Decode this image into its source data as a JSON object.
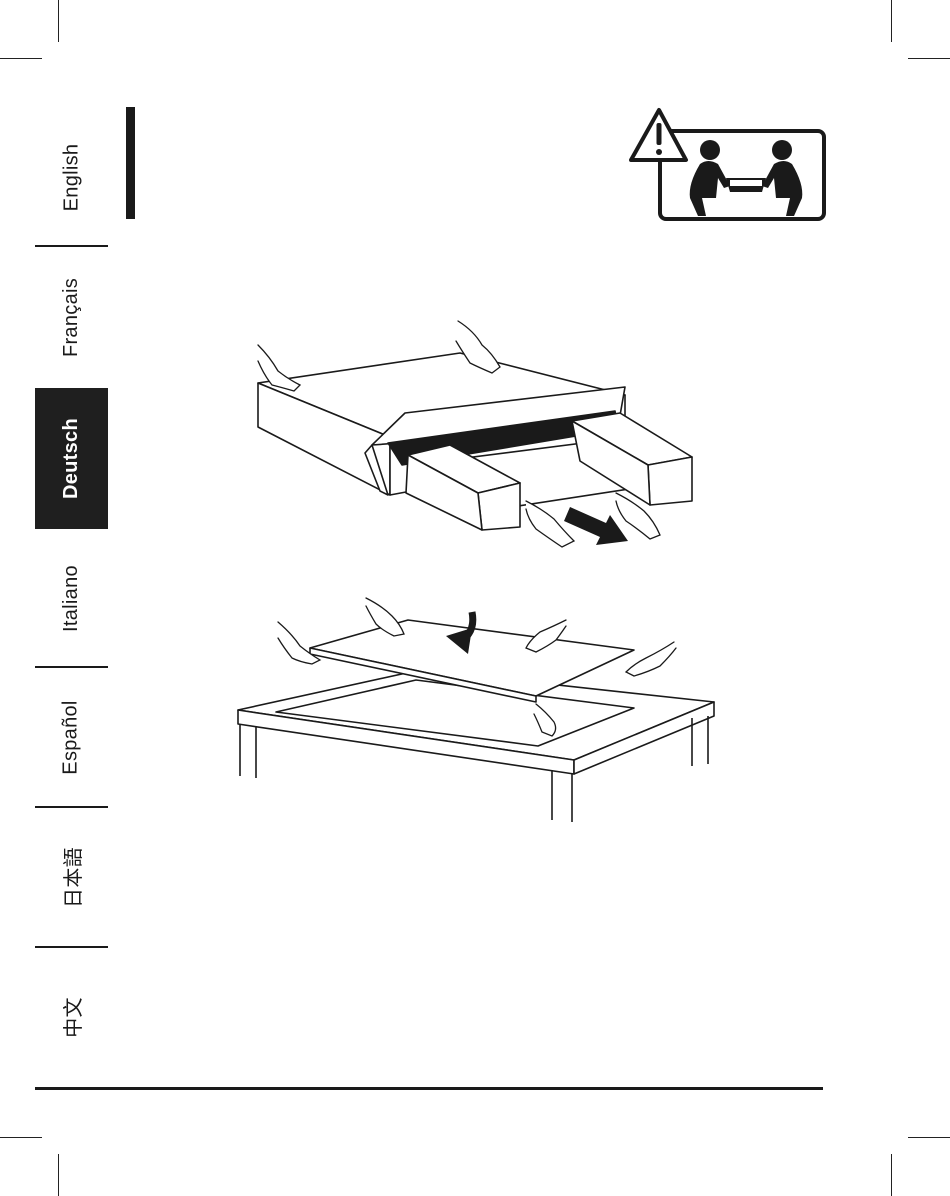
{
  "languages": [
    {
      "label": "English",
      "active": false
    },
    {
      "label": "Français",
      "active": false
    },
    {
      "label": "Deutsch",
      "active": true
    },
    {
      "label": "Italiano",
      "active": false
    },
    {
      "label": "Español",
      "active": false
    },
    {
      "label": "日本語",
      "active": false
    },
    {
      "label": "中文",
      "active": false
    }
  ],
  "icons": {
    "warning": "two-person-lift-warning-icon",
    "step1": "remove-from-box-illustration",
    "step2": "place-on-table-illustration"
  }
}
